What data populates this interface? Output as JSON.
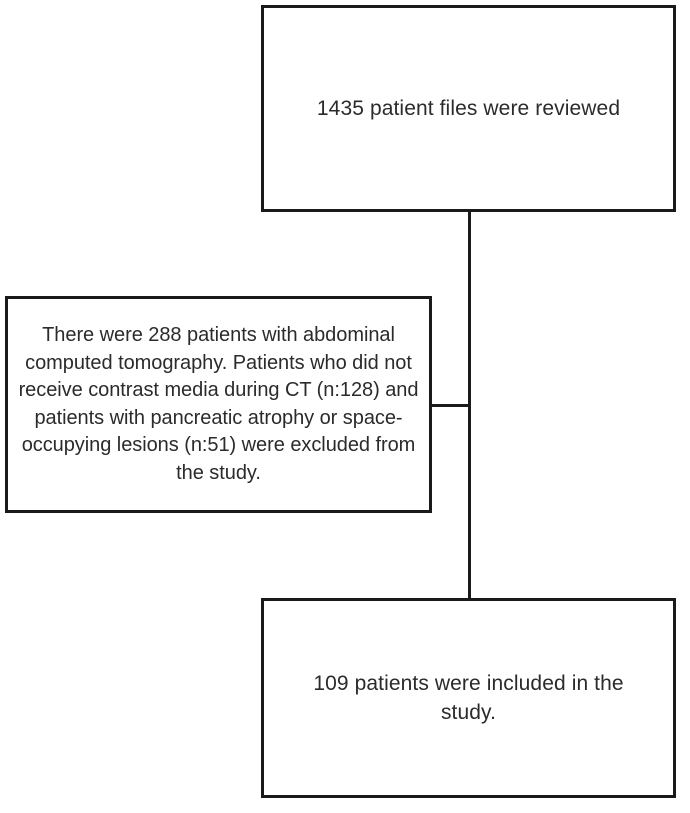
{
  "diagram": {
    "type": "flowchart",
    "orientation": "vertical",
    "background_color": "#ffffff",
    "line_color": "#1a1a1a",
    "text_color": "#2b2b2b",
    "nodes": [
      {
        "id": "reviewed",
        "label": "1435 patient files were reviewed",
        "count": 1435,
        "role": "screening"
      },
      {
        "id": "excluded",
        "label": "There were 288 patients with abdominal computed tomography. Patients who did not receive contrast media during CT (n:128) and patients with pancreatic atrophy or space-occupying lesions (n:51) were excluded from the study.",
        "count": 288,
        "role": "exclusion",
        "exclusions": [
          {
            "reason": "did not receive contrast media during CT",
            "n": 128
          },
          {
            "reason": "pancreatic atrophy or space-occupying lesions",
            "n": 51
          }
        ]
      },
      {
        "id": "included",
        "label": "109 patients were included in the study.",
        "count": 109,
        "role": "inclusion"
      }
    ],
    "edges": [
      {
        "from": "reviewed",
        "to": "excluded",
        "style": "elbow"
      },
      {
        "from": "reviewed",
        "to": "included",
        "style": "straight"
      }
    ]
  }
}
